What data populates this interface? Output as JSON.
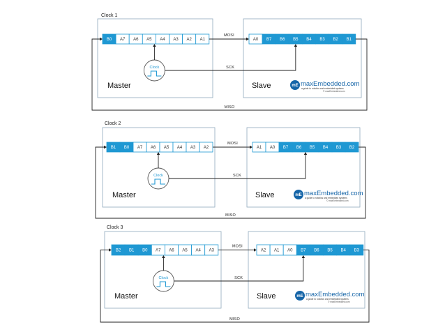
{
  "labels": {
    "mosi": "MOSI",
    "sck": "SCK",
    "miso": "MISO",
    "master": "Master",
    "slave": "Slave",
    "clock": "Clock"
  },
  "logo": {
    "mark": "mE",
    "brand": "maxEmbedded.com",
    "tagline": "a guide to robotics and embedded systems",
    "site": "© maxEmbedded.com"
  },
  "colors": {
    "accent": "#1f98d3",
    "box_border": "#8fa9bd",
    "wire": "#222222",
    "logo": "#1565a8"
  },
  "panels": [
    {
      "title": "Clock 1",
      "master_cells": [
        {
          "text": "B0",
          "filled": true
        },
        {
          "text": "A7",
          "filled": false
        },
        {
          "text": "A6",
          "filled": false
        },
        {
          "text": "A5",
          "filled": false
        },
        {
          "text": "A4",
          "filled": false
        },
        {
          "text": "A3",
          "filled": false
        },
        {
          "text": "A2",
          "filled": false
        },
        {
          "text": "A1",
          "filled": false
        }
      ],
      "slave_cells": [
        {
          "text": "A0",
          "filled": false
        },
        {
          "text": "B7",
          "filled": true
        },
        {
          "text": "B6",
          "filled": true
        },
        {
          "text": "B5",
          "filled": true
        },
        {
          "text": "B4",
          "filled": true
        },
        {
          "text": "B3",
          "filled": true
        },
        {
          "text": "B2",
          "filled": true
        },
        {
          "text": "B1",
          "filled": true
        }
      ]
    },
    {
      "title": "Clock 2",
      "master_cells": [
        {
          "text": "B1",
          "filled": true
        },
        {
          "text": "B0",
          "filled": true
        },
        {
          "text": "A7",
          "filled": false
        },
        {
          "text": "A6",
          "filled": false
        },
        {
          "text": "A5",
          "filled": false
        },
        {
          "text": "A4",
          "filled": false
        },
        {
          "text": "A3",
          "filled": false
        },
        {
          "text": "A2",
          "filled": false
        }
      ],
      "slave_cells": [
        {
          "text": "A1",
          "filled": false
        },
        {
          "text": "A0",
          "filled": false
        },
        {
          "text": "B7",
          "filled": true
        },
        {
          "text": "B6",
          "filled": true
        },
        {
          "text": "B5",
          "filled": true
        },
        {
          "text": "B4",
          "filled": true
        },
        {
          "text": "B3",
          "filled": true
        },
        {
          "text": "B2",
          "filled": true
        }
      ]
    },
    {
      "title": "Clock 3",
      "master_cells": [
        {
          "text": "B2",
          "filled": true
        },
        {
          "text": "B1",
          "filled": true
        },
        {
          "text": "B0",
          "filled": true
        },
        {
          "text": "A7",
          "filled": false
        },
        {
          "text": "A6",
          "filled": false
        },
        {
          "text": "A5",
          "filled": false
        },
        {
          "text": "A4",
          "filled": false
        },
        {
          "text": "A3",
          "filled": false
        }
      ],
      "slave_cells": [
        {
          "text": "A2",
          "filled": false
        },
        {
          "text": "A1",
          "filled": false
        },
        {
          "text": "A0",
          "filled": false
        },
        {
          "text": "B7",
          "filled": true
        },
        {
          "text": "B6",
          "filled": true
        },
        {
          "text": "B5",
          "filled": true
        },
        {
          "text": "B4",
          "filled": true
        },
        {
          "text": "B3",
          "filled": true
        }
      ]
    }
  ]
}
